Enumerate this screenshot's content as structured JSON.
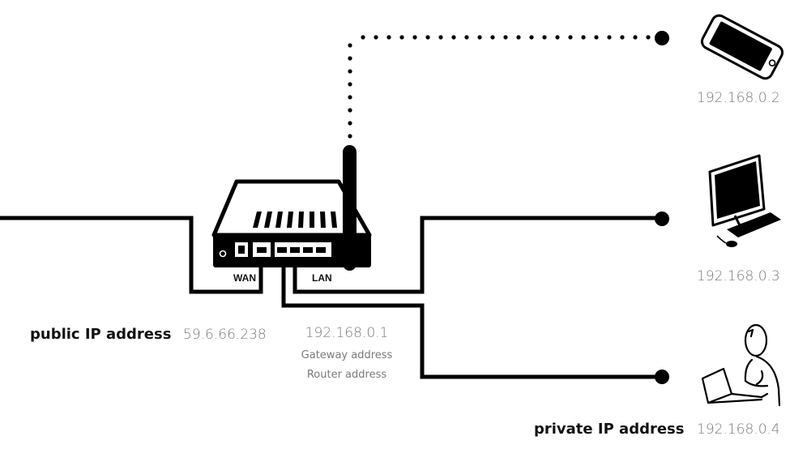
{
  "labels": {
    "public_ip_label": "public IP address",
    "private_ip_label": "private IP address",
    "wan_port": "WAN",
    "lan_port": "LAN"
  },
  "addresses": {
    "public_ip": "59.6.66.238",
    "router_ip": "192.168.0.1",
    "router_note_1": "Gateway address",
    "router_note_2": "Router address",
    "phone_ip": "192.168.0.2",
    "desktop_ip": "192.168.0.3",
    "laptop_ip": "192.168.0.4"
  },
  "icons": [
    "router-icon",
    "smartphone-icon",
    "desktop-computer-icon",
    "person-with-laptop-icon"
  ],
  "colors": {
    "line": "#000000",
    "ip_text": "#7a7a7a",
    "label_text": "#111111"
  }
}
